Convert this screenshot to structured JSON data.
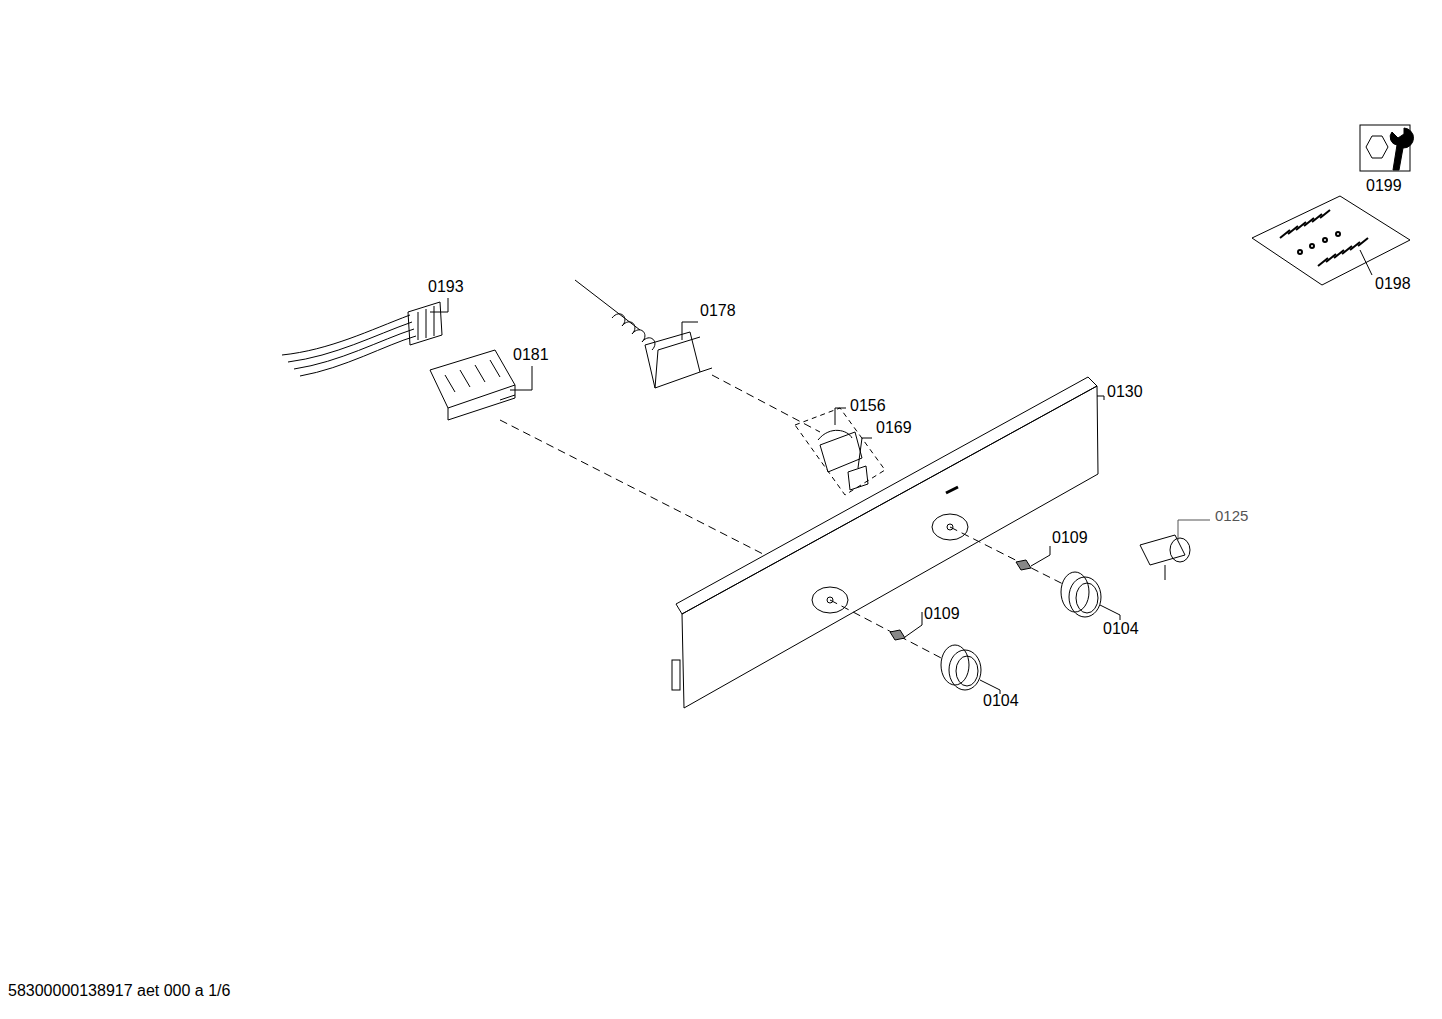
{
  "diagram": {
    "labels": [
      "0199",
      "0198",
      "0193",
      "0178",
      "0181",
      "0156",
      "0169",
      "0130",
      "0125",
      "0109",
      "0109",
      "0104",
      "0104",
      "58300000138917 aet 000 a 1/6"
    ]
  }
}
